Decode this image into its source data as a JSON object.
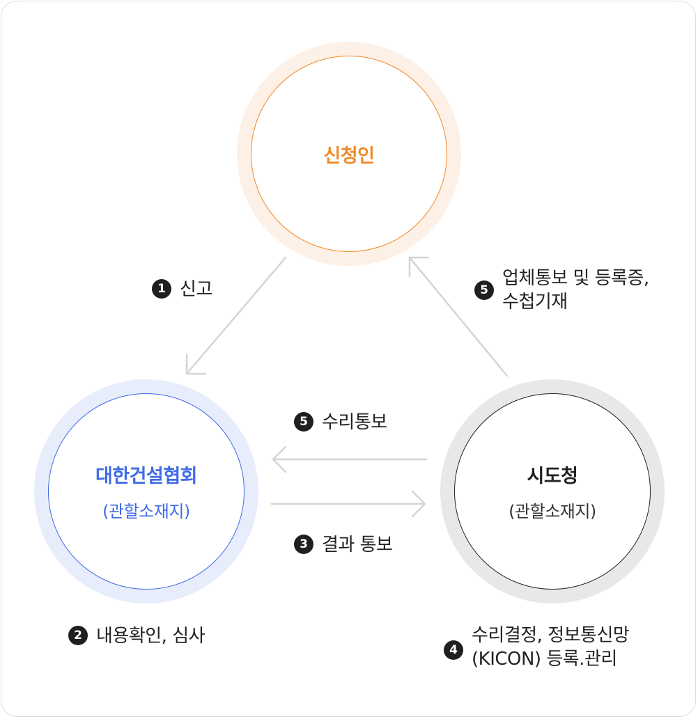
{
  "colors": {
    "applicant_accent": "#ef8a28",
    "association_accent": "#3f6ae8",
    "city_accent": "#222222",
    "arrow": "#d4d4d4",
    "badge": "#1f1f1f"
  },
  "nodes": {
    "applicant": {
      "title": "신청인"
    },
    "association": {
      "title": "대한건설협회",
      "subtitle": "(관할소재지)"
    },
    "city": {
      "title": "시도청",
      "subtitle": "(관할소재지)"
    }
  },
  "steps": {
    "report": {
      "number": "1",
      "text": "신고"
    },
    "review": {
      "number": "2",
      "text": "내용확인, 심사"
    },
    "result": {
      "number": "3",
      "text": "결과 통보"
    },
    "decision": {
      "number": "4",
      "lines": [
        "수리결정, 정보통신망",
        "(KICON) 등록.관리"
      ]
    },
    "notice": {
      "number": "5",
      "text": "수리통보"
    },
    "registration": {
      "number": "5",
      "lines": [
        "업체통보 및 등록증,",
        "수첩기재"
      ]
    }
  }
}
